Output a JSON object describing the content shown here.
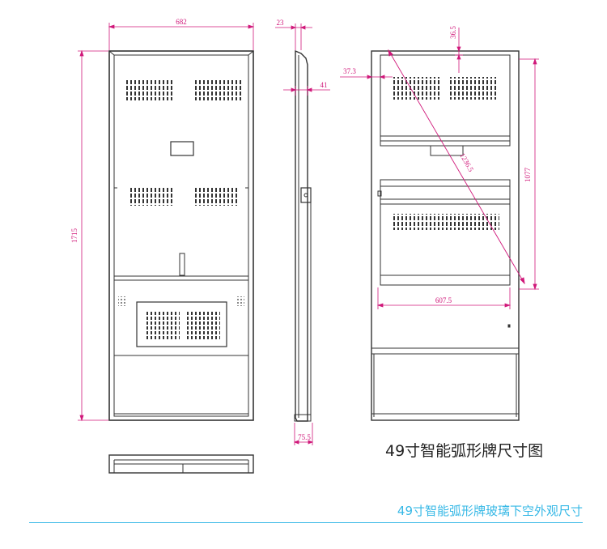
{
  "colors": {
    "line": "#333333",
    "dimension": "#d0187a",
    "caption": "#222222",
    "accent": "#36b8e6"
  },
  "dimensions": {
    "front_width": "682",
    "front_height": "1715",
    "side_depth_top": "23",
    "side_bracket": "41",
    "side_base": "75.5",
    "rear_top_offset": "36.5",
    "rear_side_offset": "37.3",
    "rear_diagonal": "1236.5",
    "rear_panel_height": "1077",
    "rear_panel_width": "607.5"
  },
  "caption": "49寸智能弧形牌尺寸图",
  "subcaption": "49寸智能弧形牌玻璃下空外观尺寸"
}
